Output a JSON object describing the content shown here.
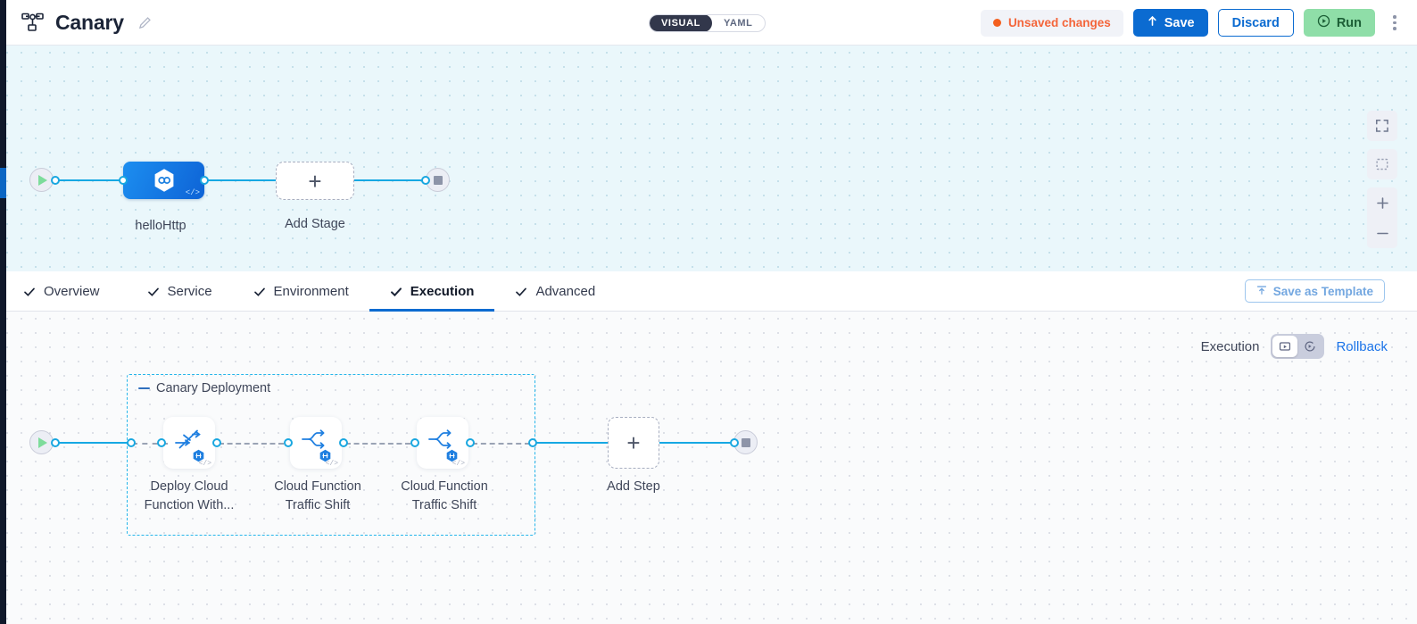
{
  "header": {
    "pipeline_icon": "pipeline-nodes-icon",
    "title": "Canary",
    "edit_icon": "pencil-icon",
    "mode_toggle": {
      "visual": "VISUAL",
      "yaml": "YAML",
      "active": "VISUAL"
    },
    "unsaved_label": "Unsaved changes",
    "unsaved_color": "#f4601f",
    "save_label": "Save",
    "discard_label": "Discard",
    "run_label": "Run",
    "more_icon": "kebab-menu-icon"
  },
  "top_canvas": {
    "start_node": "start-node",
    "end_node": "end-node",
    "stage": {
      "label": "helloHttp",
      "icon": "infinity-hexagon-icon",
      "code_icon": "code-icon"
    },
    "add_stage": {
      "label": "Add Stage",
      "icon": "plus-icon"
    },
    "controls": [
      {
        "name": "fullscreen-icon"
      },
      {
        "name": "select-area-icon"
      },
      {
        "name": "zoom-in-icon"
      },
      {
        "name": "zoom-out-icon"
      }
    ]
  },
  "tabs": [
    {
      "label": "Overview",
      "active": false,
      "check": true
    },
    {
      "label": "Service",
      "active": false,
      "check": true
    },
    {
      "label": "Environment",
      "active": false,
      "check": true
    },
    {
      "label": "Execution",
      "active": true,
      "check": true
    },
    {
      "label": "Advanced",
      "active": false,
      "check": true
    }
  ],
  "save_as_template": {
    "label": "Save as Template",
    "icon": "template-upload-icon"
  },
  "execution_bar": {
    "label": "Execution",
    "toggle": [
      {
        "name": "execution-view-icon",
        "selected": true
      },
      {
        "name": "rollback-view-icon",
        "selected": false
      }
    ],
    "rollback_label": "Rollback"
  },
  "bottom_canvas": {
    "start_node": "start-node",
    "end_node": "end-node",
    "group": {
      "title": "Canary Deployment",
      "border_color": "#25b5ea"
    },
    "steps": [
      {
        "label": "Deploy Cloud\nFunction With...",
        "icon": "deploy-cloud-function-icon",
        "badge": "harness-badge-icon",
        "code_icon": "code-icon"
      },
      {
        "label": "Cloud Function\nTraffic Shift",
        "icon": "traffic-shift-icon",
        "badge": "harness-badge-icon",
        "code_icon": "code-icon"
      },
      {
        "label": "Cloud Function\nTraffic Shift",
        "icon": "traffic-shift-icon",
        "badge": "harness-badge-icon",
        "code_icon": "code-icon"
      }
    ],
    "add_step": {
      "label": "Add Step",
      "icon": "plus-icon"
    }
  },
  "colors": {
    "accent_blue": "#0b6bd1",
    "edge_blue": "#16a8e3",
    "run_green": "#8fdea8",
    "group_dash": "#25b5ea"
  }
}
